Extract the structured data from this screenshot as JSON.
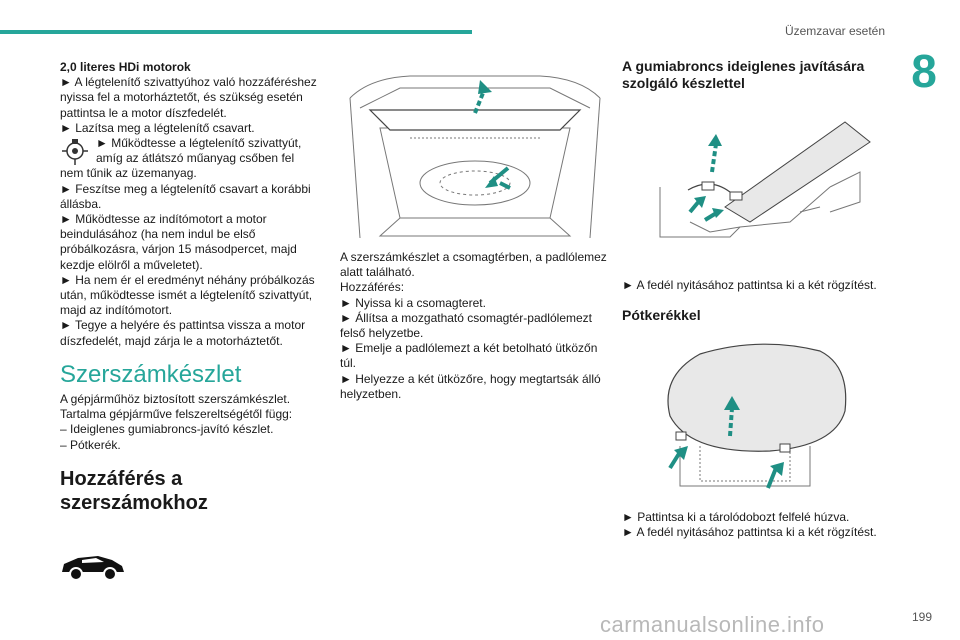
{
  "header": {
    "title": "Üzemzavar esetén",
    "chapter": "8"
  },
  "column1": {
    "subhead": "2,0 literes HDi motorok",
    "para1": "► A légtelenítő szivattyúhoz való hozzáféréshez nyissa fel a motorháztetőt, és szükség esetén pattintsa le a motor díszfedelét.",
    "para2": "► Lazítsa meg a légtelenítő csavart.",
    "para3a": "► Működtesse a légtelenítő szivattyút,",
    "para3b": "amíg az átlátszó műanyag csőben fel",
    "para3c": "nem tűnik az üzemanyag.",
    "para4": "► Feszítse meg a légtelenítő csavart a korábbi állásba.",
    "para5": "► Működtesse az indítómotort a motor beindulásához (ha nem indul be első próbálkozásra, várjon 15 másodpercet, majd kezdje elölről a műveletet).",
    "para6": "► Ha nem ér el eredményt néhány próbálkozás után, működtesse ismét a légtelenítő szivattyút, majd az indítómotort.",
    "para7": "► Tegye a helyére és pattintsa vissza a motor díszfedelét, majd zárja le a motorháztetőt.",
    "section_title": "Szerszámkészlet",
    "section_p1": "A gépjárműhöz biztosított szerszámkészlet.",
    "section_p2": "Tartalma gépjárműve felszereltségétől függ:",
    "section_li1": "–  Ideiglenes gumiabroncs-javító készlet.",
    "section_li2": "–  Pótkerék.",
    "access_title_1": "Hozzáférés a",
    "access_title_2": "szerszámokhoz"
  },
  "column2": {
    "p1": "A szerszámkészlet a csomagtérben, a padlólemez alatt található.",
    "p2": "Hozzáférés:",
    "p3": "► Nyissa ki a csomagteret.",
    "p4": "► Állítsa a mozgatható csomagtér-padlólemezt felső helyzetbe.",
    "p5": "► Emelje a padlólemezt a két betolható ütközőn túl.",
    "p6": "► Helyezze a két ütközőre, hogy megtartsák álló helyzetben."
  },
  "column3": {
    "title_1": "A gumiabroncs ideiglenes javítására",
    "title_2": "szolgáló készlettel",
    "p1": "► A fedél nyitásához pattintsa ki a két rögzítést.",
    "sub_title": "Pótkerékkel",
    "p2": "► Pattintsa ki a tárolódobozt felfelé húzva.",
    "p3": "► A fedél nyitásához pattintsa ki a két rögzítést."
  },
  "footer": {
    "page": "199",
    "watermark": "carmanualsonline.info"
  },
  "colors": {
    "accent": "#26a69a",
    "arrow": "#1f8f84"
  },
  "icons": [
    "pump-icon",
    "car-suv-icon",
    "boot-floor-illustration",
    "repair-kit-illustration",
    "spare-wheel-illustration"
  ]
}
